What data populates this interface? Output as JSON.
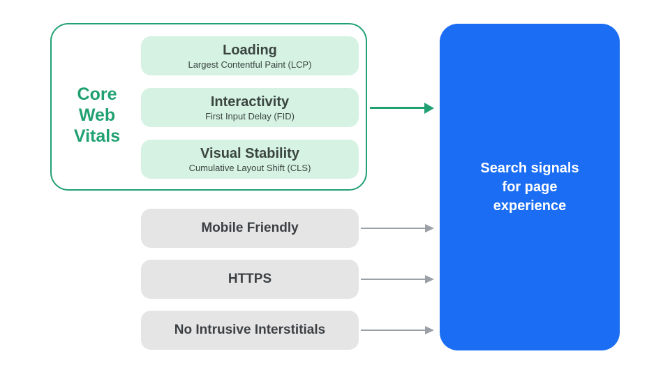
{
  "colors": {
    "accent_green": "#21A172",
    "mint_fill": "#D5F2E3",
    "gray_fill": "#E5E5E6",
    "blue_fill": "#1B6EF3",
    "dark_text": "#3C4043",
    "arrow_gray": "#9AA0A6",
    "white_text": "#FFFFFF"
  },
  "core_web_vitals": {
    "label_lines": [
      "Core",
      "Web",
      "Vitals"
    ],
    "items": [
      {
        "title": "Loading",
        "subtitle": "Largest Contentful Paint (LCP)"
      },
      {
        "title": "Interactivity",
        "subtitle": "First Input Delay (FID)"
      },
      {
        "title": "Visual Stability",
        "subtitle": "Cumulative Layout Shift (CLS)"
      }
    ]
  },
  "other_signals": [
    {
      "label": "Mobile Friendly"
    },
    {
      "label": "HTTPS"
    },
    {
      "label": "No Intrusive Interstitials"
    }
  ],
  "result_box": {
    "lines": [
      "Search signals",
      "for page",
      "experience"
    ]
  }
}
